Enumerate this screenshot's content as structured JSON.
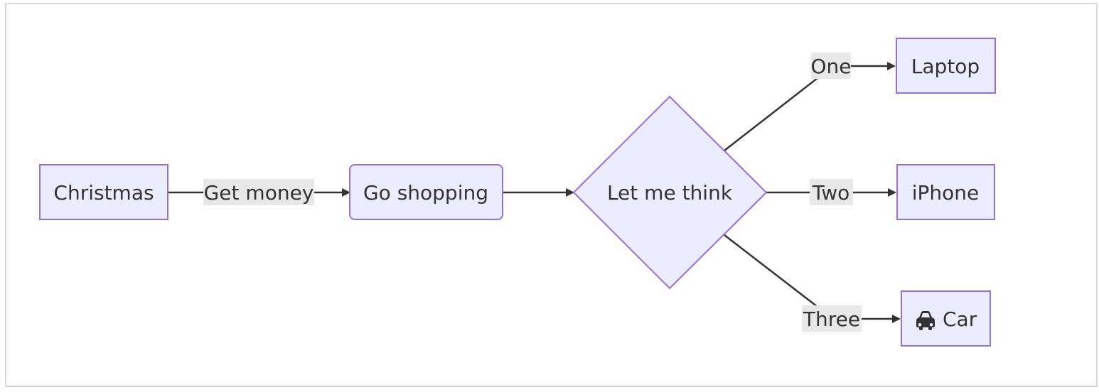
{
  "diagram": {
    "type": "flowchart",
    "direction": "left-to-right",
    "colors": {
      "node_fill": "#ececff",
      "node_stroke": "#9370db",
      "edge": "#333333",
      "label_bg": "#e8e8e8",
      "text": "#333333"
    },
    "nodes": {
      "christmas": {
        "label": "Christmas",
        "shape": "rect"
      },
      "go_shopping": {
        "label": "Go shopping",
        "shape": "rounded-rect"
      },
      "decision": {
        "label": "Let me think",
        "shape": "diamond"
      },
      "laptop": {
        "label": "Laptop",
        "shape": "rect"
      },
      "iphone": {
        "label": "iPhone",
        "shape": "rect"
      },
      "car": {
        "label": "Car",
        "shape": "rect",
        "icon": "car-icon"
      }
    },
    "edges": {
      "christmas_to_shopping": {
        "from": "Christmas",
        "to": "Go shopping",
        "label": "Get money"
      },
      "shopping_to_decision": {
        "from": "Go shopping",
        "to": "Let me think",
        "label": ""
      },
      "decision_to_laptop": {
        "from": "Let me think",
        "to": "Laptop",
        "label": "One"
      },
      "decision_to_iphone": {
        "from": "Let me think",
        "to": "iPhone",
        "label": "Two"
      },
      "decision_to_car": {
        "from": "Let me think",
        "to": "Car",
        "label": "Three"
      }
    }
  }
}
